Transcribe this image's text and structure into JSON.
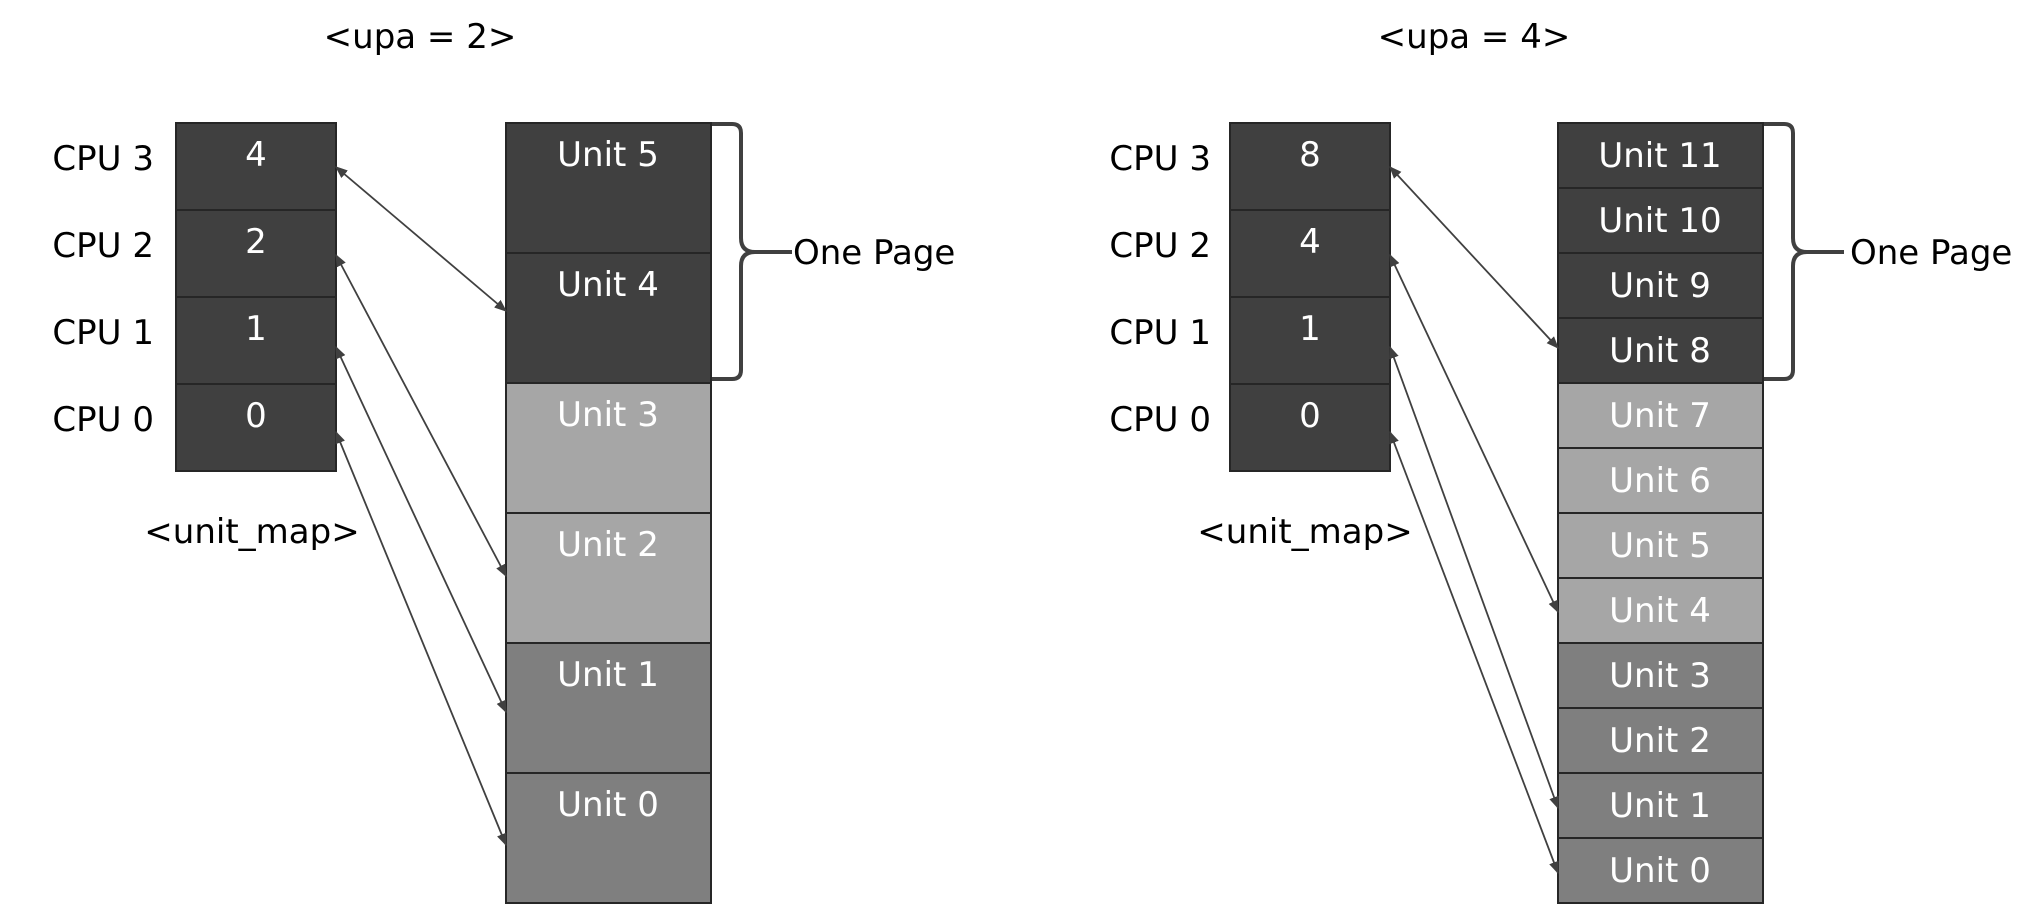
{
  "panels": [
    {
      "title": "<upa = 2>",
      "cpus": [
        {
          "label": "CPU 3",
          "value": "4"
        },
        {
          "label": "CPU 2",
          "value": "2"
        },
        {
          "label": "CPU 1",
          "value": "1"
        },
        {
          "label": "CPU 0",
          "value": "0"
        }
      ],
      "unit_map_label": "<unit_map>",
      "units": [
        "Unit 5",
        "Unit 4",
        "Unit 3",
        "Unit 2",
        "Unit 1",
        "Unit 0"
      ],
      "page_label": "One Page"
    },
    {
      "title": "<upa = 4>",
      "cpus": [
        {
          "label": "CPU 3",
          "value": "8"
        },
        {
          "label": "CPU 2",
          "value": "4"
        },
        {
          "label": "CPU 1",
          "value": "1"
        },
        {
          "label": "CPU 0",
          "value": "0"
        }
      ],
      "unit_map_label": "<unit_map>",
      "units": [
        "Unit 11",
        "Unit 10",
        "Unit 9",
        "Unit 8",
        "Unit 7",
        "Unit 6",
        "Unit 5",
        "Unit 4",
        "Unit 3",
        "Unit 2",
        "Unit 1",
        "Unit 0"
      ],
      "page_label": "One Page"
    }
  ],
  "colors": {
    "dark": "#404040",
    "light": "#a6a6a6",
    "mid": "#7f7f7f",
    "border": "#262626",
    "arrow": "#404040"
  }
}
